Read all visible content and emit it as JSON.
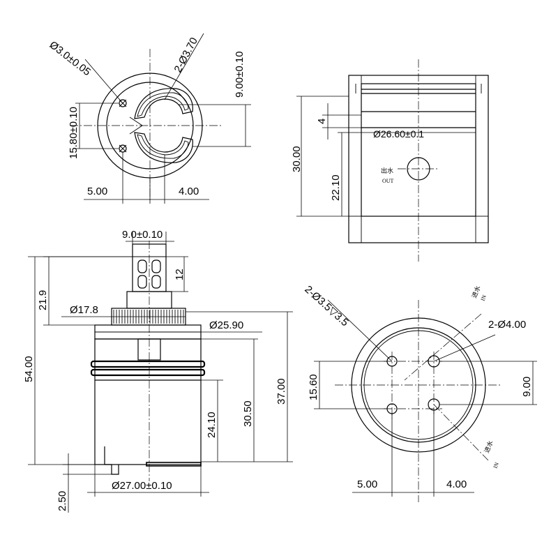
{
  "top_left_view": {
    "hole_dia": "Ø3.0±0.05",
    "port_dia": "2-Ø3.70",
    "height": "15.80±0.10",
    "offset_v": "9.00±0.10",
    "left_dist": "5.00",
    "right_dist": "4.00"
  },
  "section_view": {
    "total_height": "30.00",
    "groove": "4",
    "inner_dia": "Ø26.60±0.1",
    "outlet_height": "22.10",
    "outlet_cn": "出水",
    "outlet_en": "OUT"
  },
  "side_view": {
    "stem_width": "9.0±0.10",
    "stem_height": "12",
    "top_height": "21.9",
    "spline_dia": "Ø17.8",
    "collar_dia": "Ø25.90",
    "total_height": "54.00",
    "body_height": "37.00",
    "height_a": "30.50",
    "height_b": "24.10",
    "base_step": "2.50",
    "base_dia": "Ø27.00±0.10"
  },
  "bottom_view": {
    "inlet_holes": "2-Ø3.5▽3.5",
    "outlet_holes": "2-Ø4.00",
    "inlet_cn_1": "进水",
    "inlet_en_1": "IN",
    "inlet_cn_2": "进水",
    "inlet_en_2": "IN",
    "vertical_left": "15.60",
    "vertical_right": "9.00",
    "left_dist": "5.00",
    "right_dist": "4.00"
  }
}
